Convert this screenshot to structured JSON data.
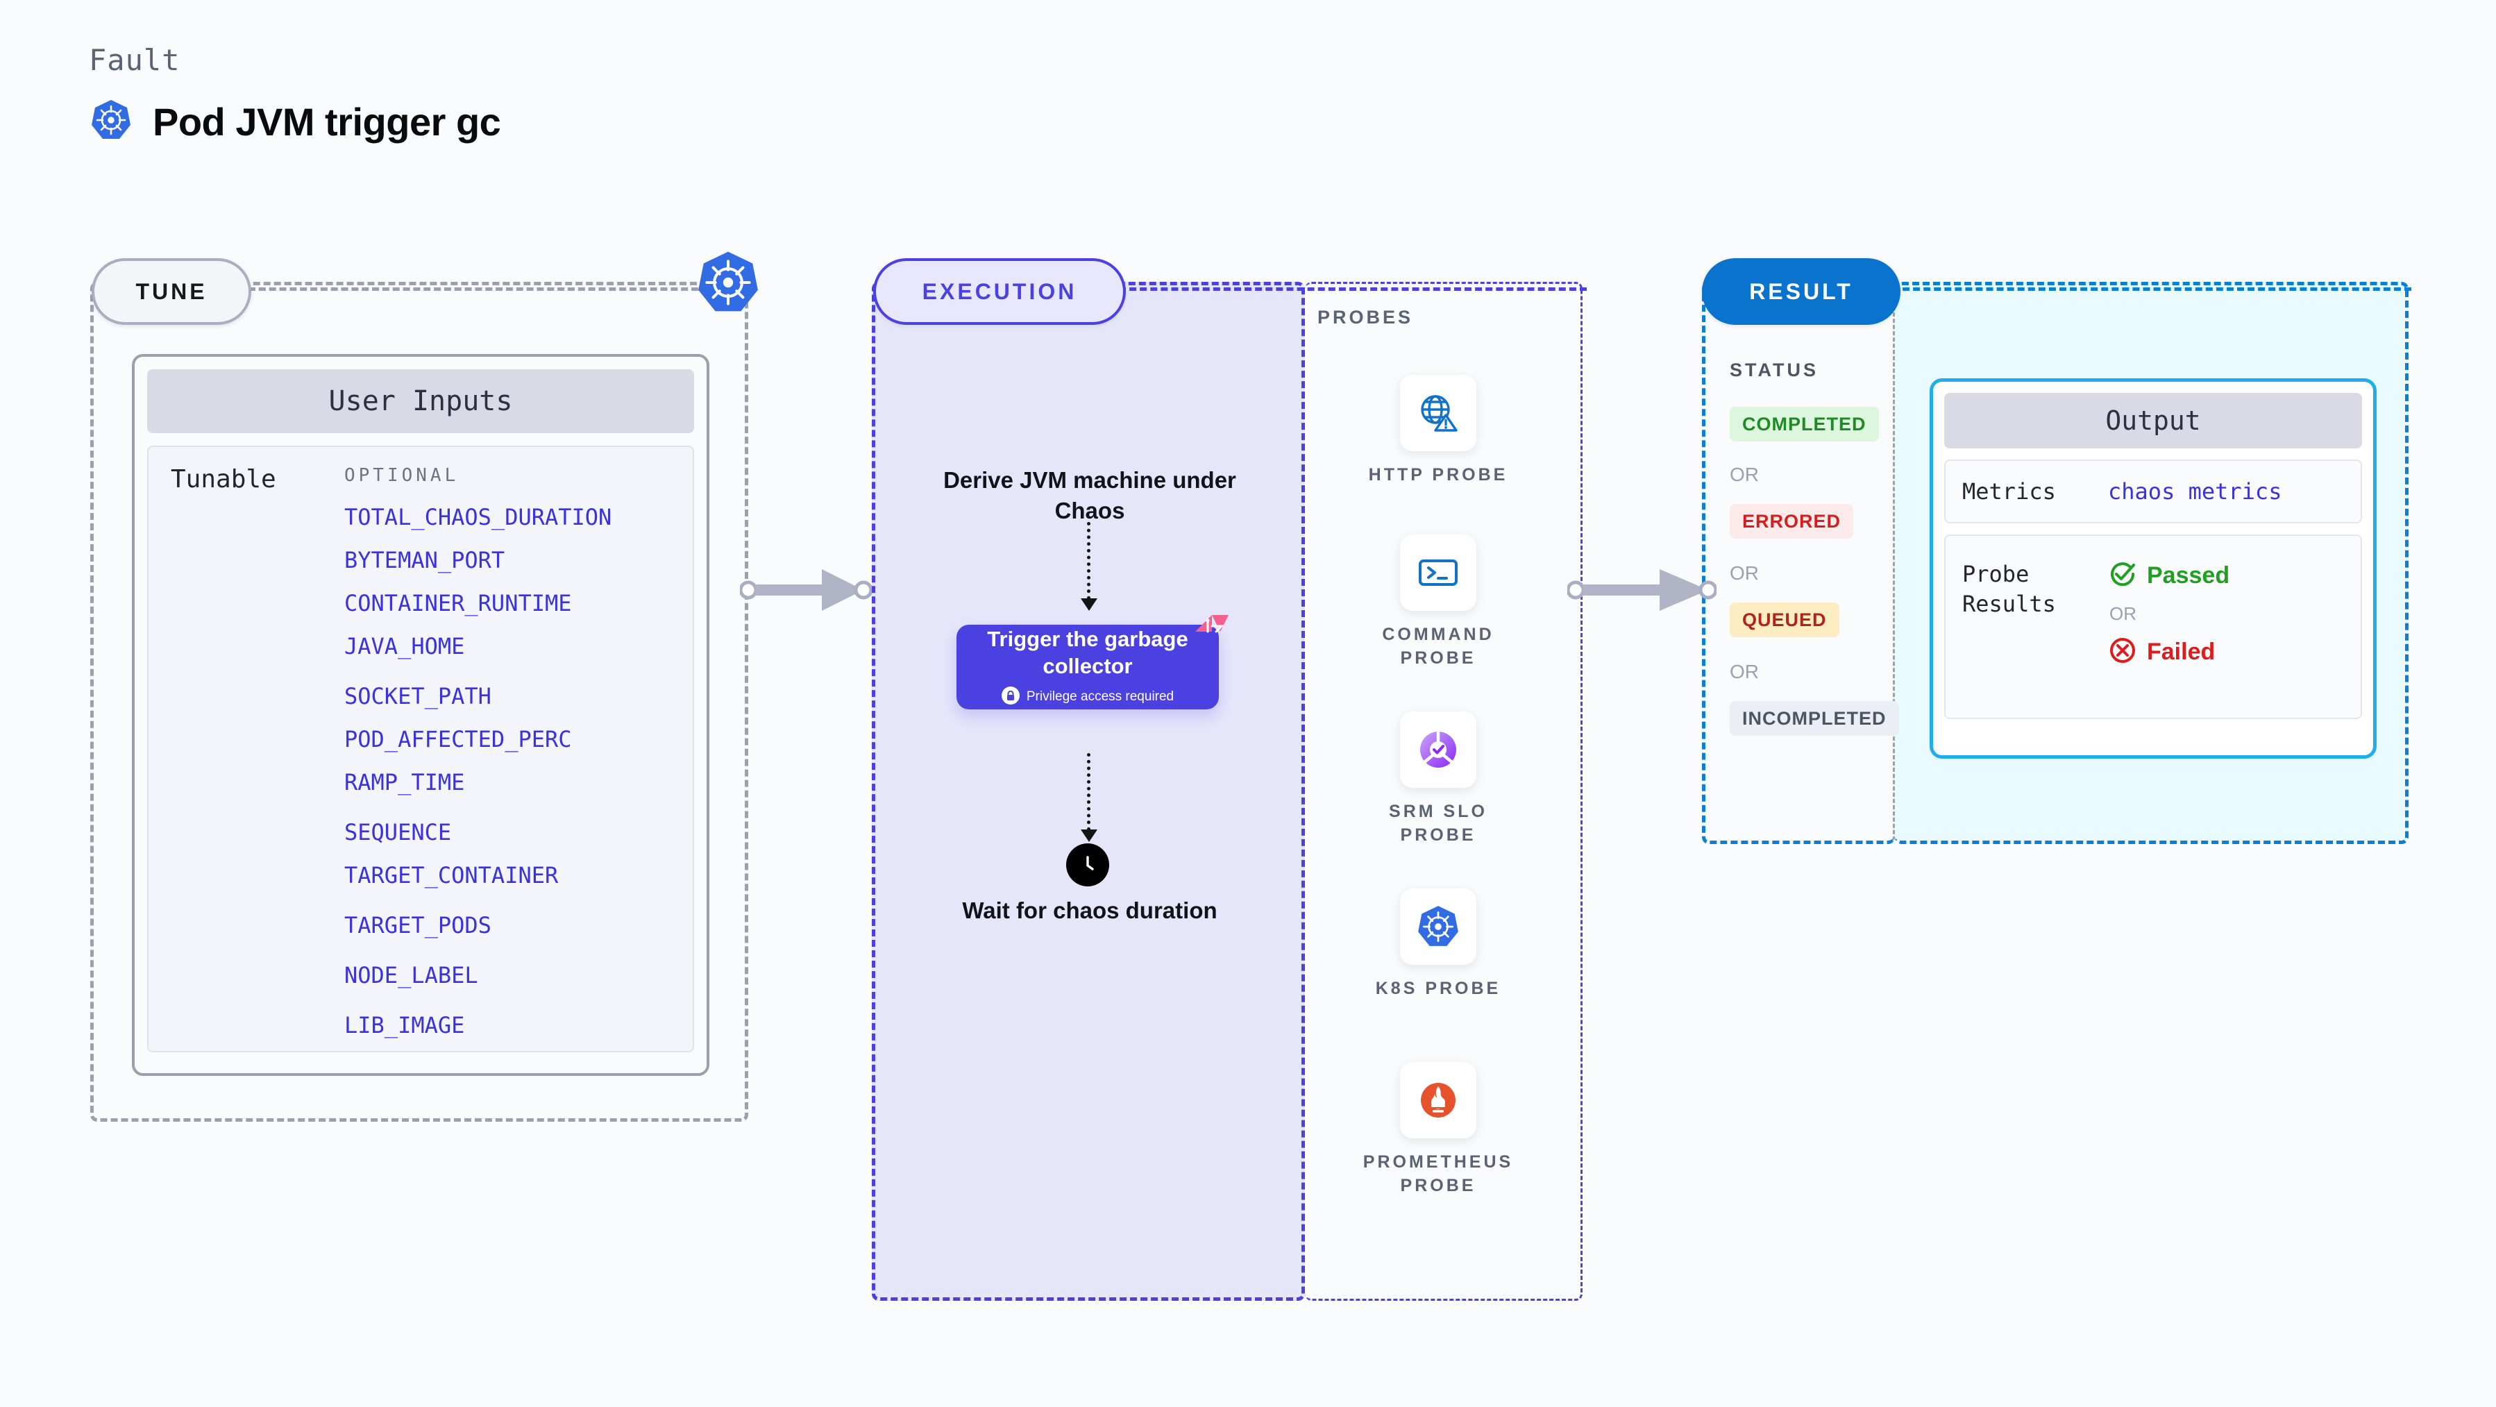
{
  "header": {
    "kicker": "Fault",
    "title": "Pod JVM trigger gc",
    "icon": "kubernetes-icon"
  },
  "tune": {
    "pill_label": "TUNE",
    "border_icon": "kubernetes-icon",
    "card": {
      "header": "User Inputs",
      "row_label": "Tunable",
      "group_label": "OPTIONAL",
      "items": [
        "TOTAL_CHAOS_DURATION",
        "BYTEMAN_PORT",
        "CONTAINER_RUNTIME",
        "JAVA_HOME",
        "SOCKET_PATH",
        "POD_AFFECTED_PERC",
        "RAMP_TIME",
        "SEQUENCE",
        "TARGET_CONTAINER",
        "TARGET_PODS",
        "NODE_LABEL",
        "LIB_IMAGE"
      ]
    }
  },
  "execution": {
    "pill_label": "EXECUTION",
    "step_derive": "Derive JVM machine under Chaos",
    "trigger_node": {
      "title": "Trigger the garbage collector",
      "privilege_text": "Privilege access required",
      "privilege_icon": "lock-icon",
      "corner_icon": "litmus-chaos-icon"
    },
    "wait_node": {
      "icon": "clock-icon",
      "label": "Wait for chaos duration"
    }
  },
  "probes": {
    "section_label": "PROBES",
    "items": [
      {
        "name": "HTTP PROBE",
        "icon": "globe-warning-icon"
      },
      {
        "name": "COMMAND PROBE",
        "icon": "terminal-icon"
      },
      {
        "name": "SRM SLO PROBE",
        "icon": "srm-slo-icon"
      },
      {
        "name": "K8S PROBE",
        "icon": "kubernetes-icon"
      },
      {
        "name": "PROMETHEUS PROBE",
        "icon": "prometheus-icon"
      }
    ]
  },
  "result": {
    "pill_label": "RESULT",
    "status_label": "STATUS",
    "or_label": "OR",
    "statuses": [
      {
        "label": "COMPLETED",
        "bg": "#ddf7de",
        "fg": "#1f8b25"
      },
      {
        "label": "ERRORED",
        "bg": "#fdeaea",
        "fg": "#d21f1f"
      },
      {
        "label": "QUEUED",
        "bg": "#fcedc2",
        "fg": "#b0241a"
      },
      {
        "label": "INCOMPLETED",
        "bg": "#eceef5",
        "fg": "#4d5462"
      }
    ],
    "output": {
      "header": "Output",
      "metrics_key": "Metrics",
      "metrics_value": "chaos metrics",
      "probe_results_key": "Probe Results",
      "passed_label": "Passed",
      "passed_icon": "check-circle-icon",
      "failed_label": "Failed",
      "failed_icon": "x-circle-icon",
      "or_label": "OR"
    }
  },
  "colors": {
    "page_bg": "#fafbfd",
    "accent_indigo": "#4b41e0",
    "accent_blue": "#0973cd",
    "accent_cyan": "#1eaeed",
    "k8s_blue": "#326ce5",
    "litmus_pink": "#f4608f",
    "prometheus_orange": "#e6522c",
    "gray_border": "#9aa0ae"
  }
}
